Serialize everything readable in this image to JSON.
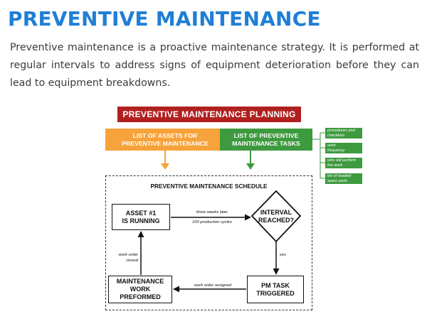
{
  "header": {
    "title": "PREVENTIVE MAINTENANCE",
    "intro": "Preventive maintenance is a proactive maintenance strategy. It is performed at regular intervals to address signs of equipment deterioration before they can lead to equipment breakdowns."
  },
  "diagram": {
    "planning_title": "PREVENTIVE MAINTENANCE PLANNING",
    "assets_box": [
      "LIST OF ASSETS FOR",
      "PREVENTIVE MAINTENANCE"
    ],
    "tasks_box": [
      "LIST OF PREVENTIVE",
      "MAINTENANCE TASKS"
    ],
    "task_details": [
      [
        "procedures and",
        "checklists"
      ],
      [
        "work",
        "frequency"
      ],
      [
        "who will perform",
        "the work"
      ],
      [
        "list of needed",
        "spare parts"
      ]
    ],
    "schedule_title": "PREVENTIVE MAINTENANCE SCHEDULE",
    "asset_node": [
      "ASSET #1",
      "IS RUNNING"
    ],
    "interval_node": [
      "INTERVAL",
      "REACHED?"
    ],
    "pm_task_node": [
      "PM TASK",
      "TRIGGERED"
    ],
    "maintenance_node": [
      "MAINTENANCE",
      "WORK PREFORMED"
    ],
    "edge_interval": [
      "three weeks later",
      "100 production cycles"
    ],
    "edge_yes": "yes",
    "edge_assigned": "work order assigned",
    "edge_closed": [
      "work order",
      "closed"
    ]
  },
  "colors": {
    "title": "#1f7fd6",
    "banner": "#b0201f",
    "assets": "#f7a23a",
    "tasks": "#3e9a3f",
    "line": "#111111"
  }
}
